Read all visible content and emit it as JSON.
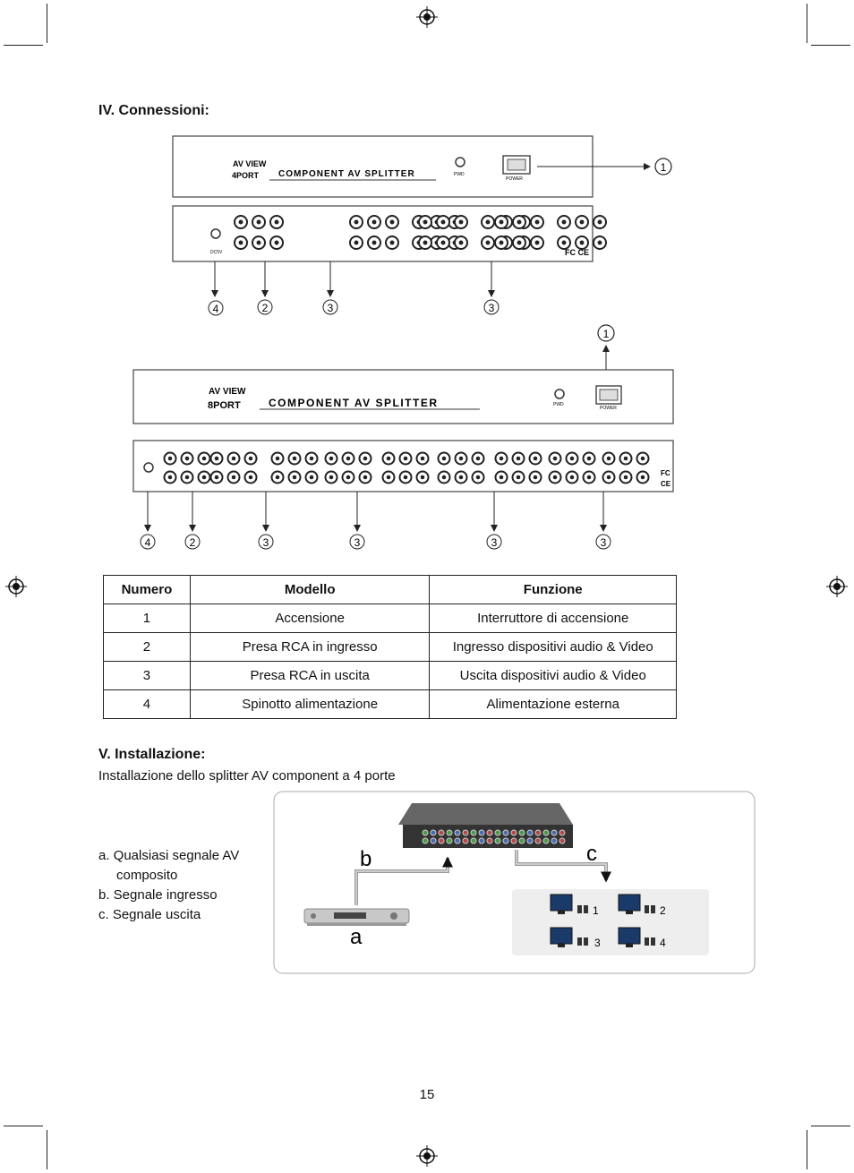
{
  "headings": {
    "connections": "IV. Connessioni:",
    "installation": "V. Installazione:"
  },
  "device4": {
    "brand": "AV VIEW",
    "ports": "4PORT",
    "product": "COMPONENT AV SPLITTER",
    "pwd_label": "PWD",
    "power_label": "POWER",
    "dc_label": "DC5V",
    "callouts": [
      "1",
      "4",
      "2",
      "3",
      "3"
    ]
  },
  "device8": {
    "brand": "AV VIEW",
    "ports": "8PORT",
    "product": "COMPONENT AV SPLITTER",
    "pwd_label": "PWD",
    "power_label": "POWER",
    "callouts": [
      "1",
      "4",
      "2",
      "3",
      "3",
      "3",
      "3"
    ]
  },
  "table": {
    "headers": [
      "Numero",
      "Modello",
      "Funzione"
    ],
    "rows": [
      [
        "1",
        "Accensione",
        "Interruttore di accensione"
      ],
      [
        "2",
        "Presa RCA in ingresso",
        "Ingresso dispositivi audio & Video"
      ],
      [
        "3",
        "Presa RCA in uscita",
        "Uscita dispositivi audio & Video"
      ],
      [
        "4",
        "Spinotto alimentazione",
        "Alimentazione esterna"
      ]
    ]
  },
  "installation": {
    "subtitle": "Installazione dello splitter AV component a 4 porte",
    "legend": {
      "a_line1": "a. Qualsiasi segnale AV",
      "a_line2": "composito",
      "b": "b. Segnale ingresso",
      "c": "c. Segnale uscita"
    },
    "diagram": {
      "label_a": "a",
      "label_b": "b",
      "label_c": "c",
      "monitors": [
        "1",
        "2",
        "3",
        "4"
      ]
    }
  },
  "page_number": "15"
}
